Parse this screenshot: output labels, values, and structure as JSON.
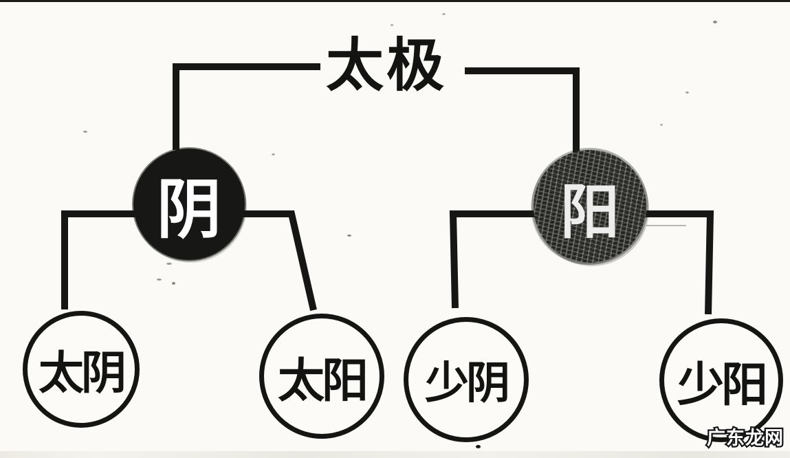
{
  "diagram": {
    "title_note": "Taiji yin-yang subdivision tree (scanned textbook figure)",
    "root": {
      "label": "太极"
    },
    "level1": [
      {
        "id": "yin",
        "label": "阴",
        "style": "solid-black-circle"
      },
      {
        "id": "yang",
        "label": "阳",
        "style": "scribble-shaded-circle"
      }
    ],
    "level2": [
      {
        "id": "taiyin",
        "label": "太阴",
        "parent": "yin"
      },
      {
        "id": "taiyang",
        "label": "太阳",
        "parent": "yin"
      },
      {
        "id": "shaoyin",
        "label": "少阴",
        "parent": "yang"
      },
      {
        "id": "shaoyang",
        "label": "少阳",
        "parent": "yang"
      }
    ],
    "watermark": {
      "label": "广东龙网"
    },
    "colors": {
      "paper": "#fbfaf7",
      "ink": "#161614",
      "yin_fill": "#171715",
      "yang_fill": "#22221f",
      "leaf_stroke": "#151513",
      "text_on_dark": "#ffffff",
      "watermark_fill": "#ffffff",
      "watermark_stroke": "#161616"
    }
  }
}
